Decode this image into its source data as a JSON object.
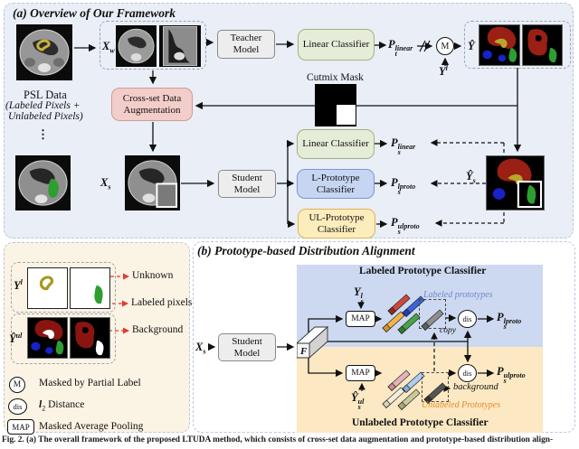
{
  "panel_a": {
    "title": "(a) Overview of Our Framework",
    "psl": {
      "line1": "PSL Data",
      "line2": "(Labeled Pixels +",
      "line3": "Unlabeled Pixels)"
    },
    "dots": "⋮",
    "xw": {
      "base": "X",
      "sub": "w"
    },
    "teacher_model": "Teacher Model",
    "linear_classifier": "Linear Classifier",
    "pt_linear": {
      "base": "P",
      "sub": "t",
      "sup": "linear"
    },
    "mask_op": "M",
    "yl": {
      "base": "Y",
      "sup": "l"
    },
    "yhat": "Ŷ",
    "cutmix_mask": "Cutmix Mask",
    "cross_set": "Cross-set Data Augmentation",
    "xs": {
      "base": "X",
      "sub": "s"
    },
    "student_model": "Student Model",
    "linear_classifier_s": "Linear Classifier",
    "l_prototype_classifier": "L-Prototype Classifier",
    "ul_prototype_classifier": "UL-Prototype Classifier",
    "ps_linear": {
      "base": "P",
      "sub": "s",
      "sup": "linear"
    },
    "ps_lproto": {
      "base": "P",
      "sub": "s",
      "sup": "lproto"
    },
    "ps_ulproto": {
      "base": "P",
      "sub": "s",
      "sup": "ulproto"
    },
    "yhat_s": {
      "base": "Ŷ",
      "sub": "s"
    }
  },
  "panel_b": {
    "title": "(b) Prototype-based Distribution Alignment",
    "labeled_region_title": "Labeled Prototype Classifier",
    "unlabeled_region_title": "Unlabeled Prototype Classifier",
    "xs": {
      "base": "X",
      "sub": "s"
    },
    "student_model": "Student Model",
    "feature": "F",
    "ysl": {
      "base": "Y",
      "sub": "s",
      "sup": "l"
    },
    "yhat_s_ul": {
      "base": "Ŷ",
      "sub": "s",
      "sup": "ul"
    },
    "map": "MAP",
    "map2": "MAP",
    "dis": "dis",
    "dis2": "dis",
    "labeled_prototypes": "Labeled prototypes",
    "unlabeled_prototypes": "Unlabeled Prototypes",
    "copy": "copy",
    "background": "background",
    "ps_lproto": {
      "base": "P",
      "sub": "s",
      "sup": "lproto"
    },
    "ps_ulproto": {
      "base": "P",
      "sub": "s",
      "sup": "ulproto"
    }
  },
  "legend": {
    "yl": {
      "base": "Y",
      "sup": "l"
    },
    "yul": {
      "base": "Ŷ",
      "sup": "ul"
    },
    "unknown": "Unknown",
    "labeled_pixels": "Labeled pixels",
    "background": "Background",
    "m_symbol": "M",
    "m_desc": "Masked by Partial Label",
    "dis_symbol": "dis",
    "dis_desc": {
      "base": "l",
      "sub": "2",
      "rest": "Distance"
    },
    "map_symbol": "MAP",
    "map_desc": "Masked Average Pooling"
  },
  "caption": "Fig. 2. (a) The overall framework of the proposed LTUDA method, which consists of cross-set data augmentation and prototype-based distribution align-",
  "colors": {
    "panel_a_bg": "#e9eef7",
    "legend_bg": "#fbf3e4",
    "labeled_region_bg": "#cdd9f1",
    "unlabeled_region_bg": "#fce9c3",
    "teacher_student_bg": "#ededed",
    "linear_classifier_bg": "#e5ecd8",
    "l_prototype_bg": "#c6d6f2",
    "ul_prototype_bg": "#fdedbc",
    "cross_set_bg": "#f2cdc9",
    "labeled_prototypes_text": "#6f87cc",
    "unlabeled_prototypes_text": "#e8882a",
    "legend_arrow_red": "#e23b33",
    "proto_red": "#c94a3a",
    "proto_blue": "#3c63d8",
    "proto_orange": "#f0b449",
    "proto_green": "#4aa348",
    "proto_pink": "#e4b3b8",
    "proto_lightblue": "#aecbf0",
    "proto_cream": "#f2eedd",
    "proto_olive": "#c9c9a0",
    "seg_red": "#9a1f14",
    "seg_yellow": "#b8a62a",
    "seg_blue": "#1822c8",
    "seg_green": "#2e9e30"
  }
}
